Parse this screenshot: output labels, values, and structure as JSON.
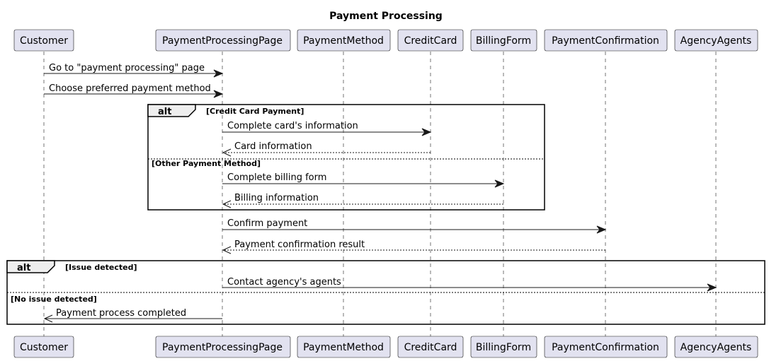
{
  "title": "Payment Processing",
  "participants": [
    {
      "id": "customer",
      "label": "Customer"
    },
    {
      "id": "page",
      "label": "PaymentProcessingPage"
    },
    {
      "id": "method",
      "label": "PaymentMethod"
    },
    {
      "id": "card",
      "label": "CreditCard"
    },
    {
      "id": "billing",
      "label": "BillingForm"
    },
    {
      "id": "confirm",
      "label": "PaymentConfirmation"
    },
    {
      "id": "agents",
      "label": "AgencyAgents"
    }
  ],
  "messages": [
    {
      "from": "customer",
      "to": "page",
      "label": "Go to \"payment processing\" page",
      "style": "solid"
    },
    {
      "from": "customer",
      "to": "page",
      "label": "Choose preferred payment method",
      "style": "solid"
    },
    {
      "from": "page",
      "to": "card",
      "label": "Complete card's information",
      "style": "solid"
    },
    {
      "from": "card",
      "to": "page",
      "label": "Card information",
      "style": "dashed"
    },
    {
      "from": "page",
      "to": "billing",
      "label": "Complete billing form",
      "style": "solid"
    },
    {
      "from": "billing",
      "to": "page",
      "label": "Billing information",
      "style": "dashed"
    },
    {
      "from": "page",
      "to": "confirm",
      "label": "Confirm payment",
      "style": "solid"
    },
    {
      "from": "confirm",
      "to": "page",
      "label": "Payment confirmation result",
      "style": "dashed"
    },
    {
      "from": "page",
      "to": "agents",
      "label": "Contact agency's agents",
      "style": "solid"
    },
    {
      "from": "page",
      "to": "customer",
      "label": "Payment process completed",
      "style": "solid"
    }
  ],
  "fragments": [
    {
      "keyword": "alt",
      "guards": [
        "[Credit Card Payment]",
        "[Other Payment Method]"
      ]
    },
    {
      "keyword": "alt",
      "guards": [
        "[Issue detected]",
        "[No issue detected]"
      ]
    }
  ]
}
